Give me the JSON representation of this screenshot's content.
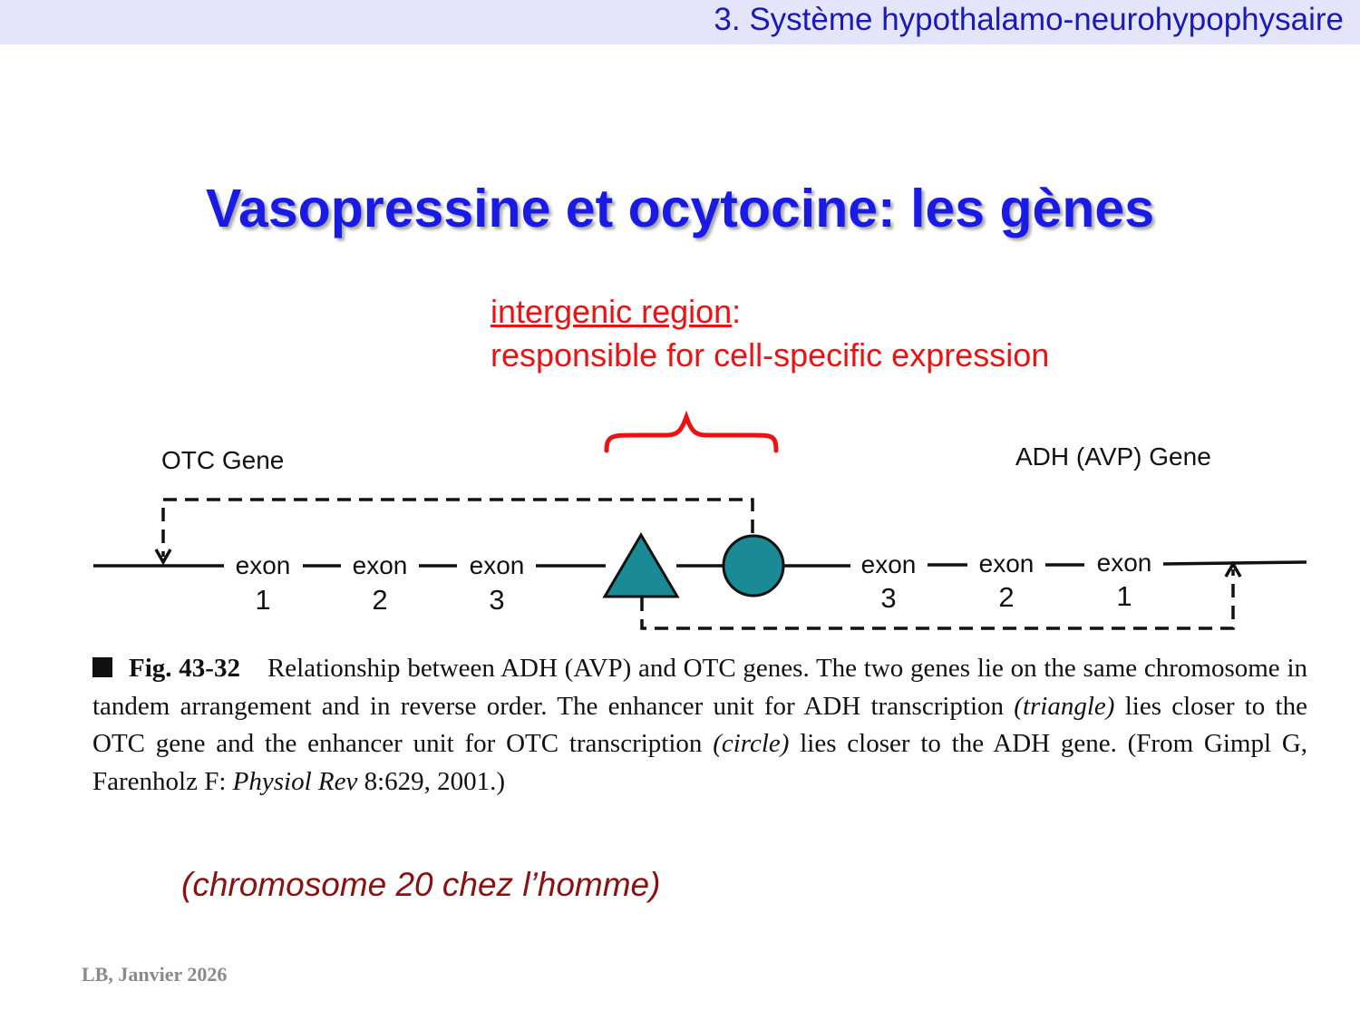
{
  "header": {
    "section_title": "3. Système hypothalamo-neurohypophysaire",
    "band_color": "#e4e4fb"
  },
  "slide": {
    "title": "Vasopressine et ocytocine: les gènes"
  },
  "annotation": {
    "term": "intergenic region",
    "term_suffix": ":",
    "description": "responsible for cell-specific expression",
    "color": "#ee1111"
  },
  "figure": {
    "otc_gene_label": "OTC Gene",
    "adh_gene_label": "ADH (AVP) Gene",
    "exon_word": "exon",
    "otc_exons": [
      "1",
      "2",
      "3"
    ],
    "adh_exons": [
      "3",
      "2",
      "1"
    ],
    "enhancer_color": "#1a8a96",
    "enhancer_shapes": [
      "triangle-icon",
      "circle-icon"
    ],
    "caption": {
      "label": "Fig. 43-32",
      "parts": [
        "Relationship between ADH (AVP) and OTC genes. The two genes lie on the same chromosome in tandem arrangement and in reverse order. The enhancer unit for ADH transcription ",
        "(triangle)",
        " lies closer to the OTC gene and the enhancer unit for OTC transcription ",
        "(circle)",
        " lies closer to the ADH gene. (From Gimpl G, Farenholz F: ",
        "Physiol Rev",
        " 8:629, 2001.)"
      ]
    }
  },
  "note": "(chromosome 20 chez l’homme)",
  "footer": "LB, Janvier 2026"
}
